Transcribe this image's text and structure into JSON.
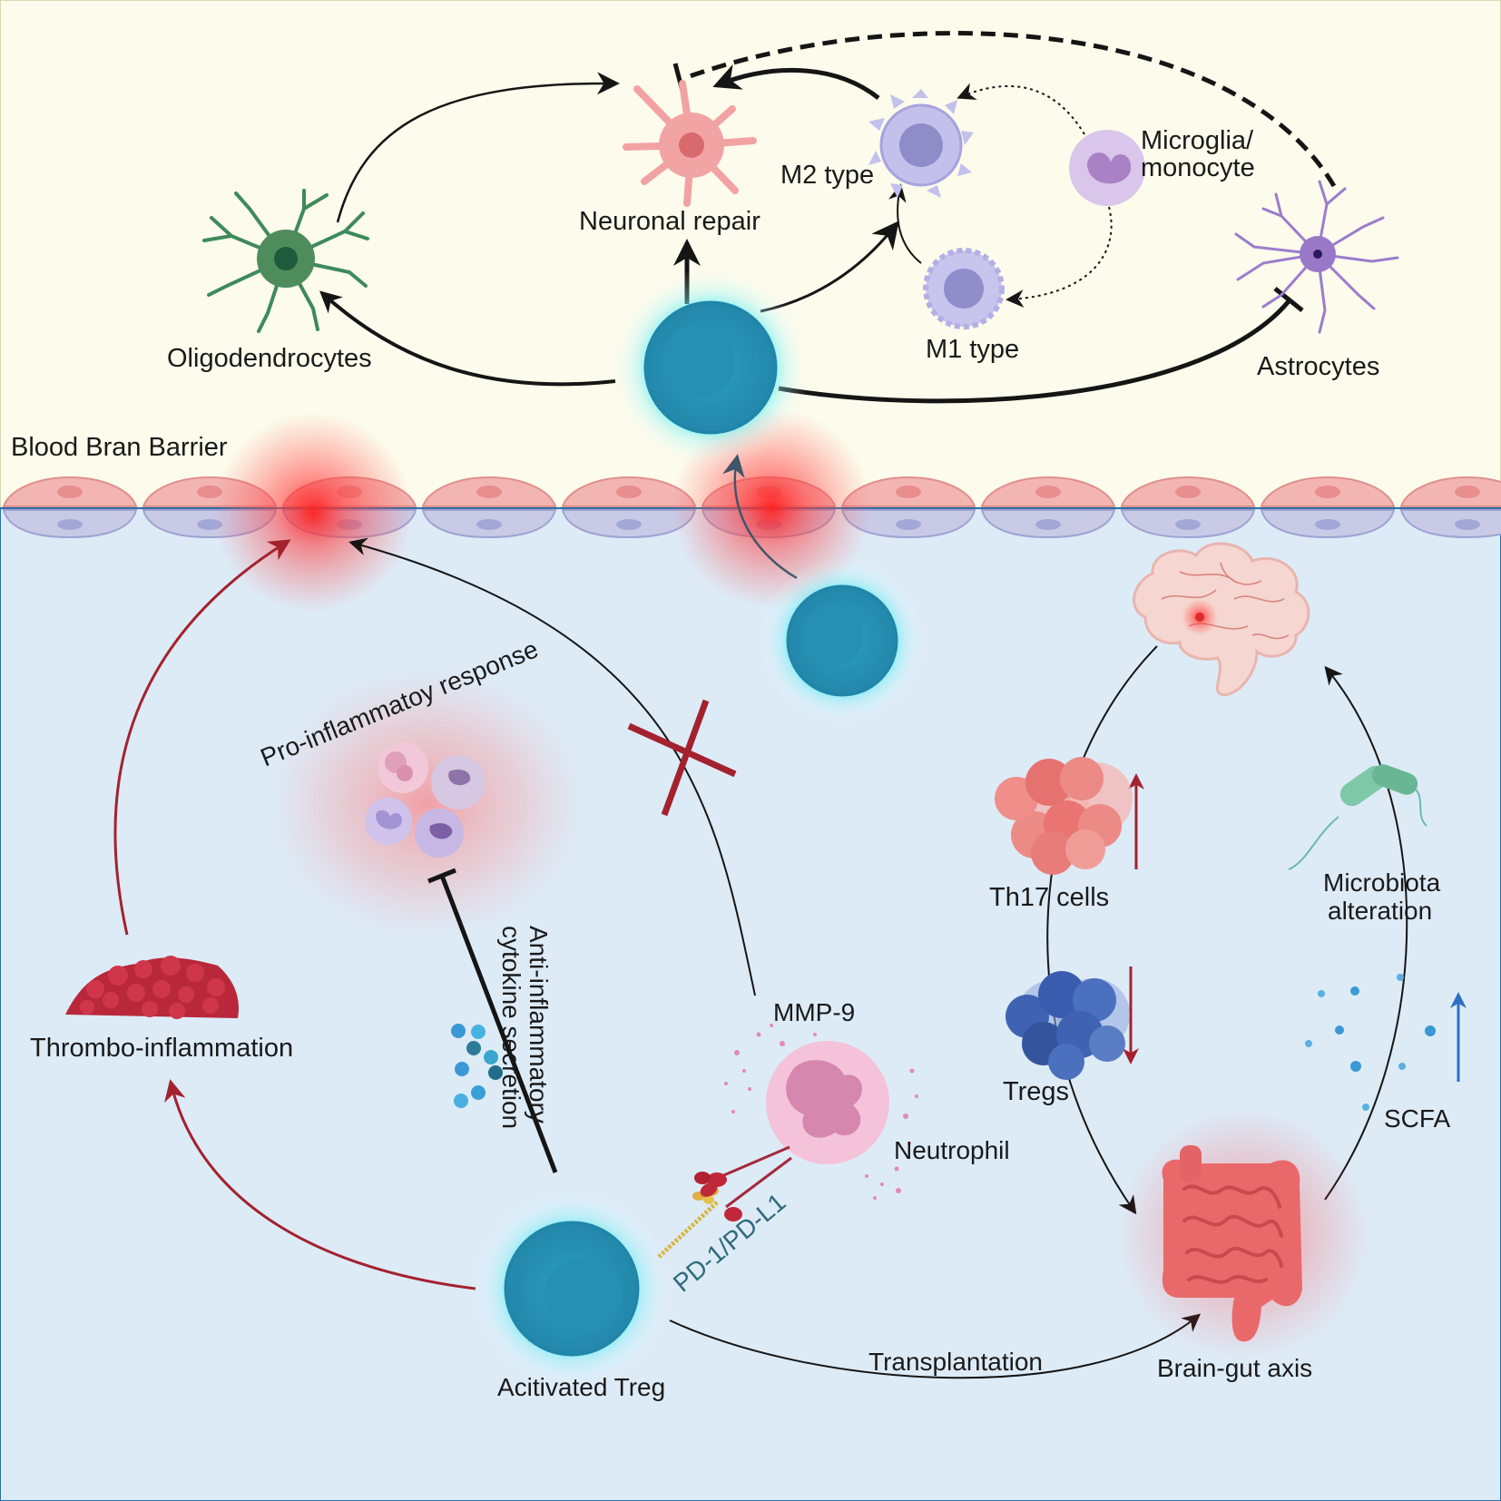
{
  "labels": {
    "neuronal_repair": "Neuronal repair",
    "m2_type": "M2 type",
    "microglia_line1": "Microglia/",
    "microglia_line2": "monocyte",
    "oligodendrocytes": "Oligodendrocytes",
    "m1_type": "M1 type",
    "astrocytes": "Astrocytes",
    "bbb": "Blood Bran Barrier",
    "pro_inflammatory": "Pro-inflammatoy response",
    "anti_line1": "Anti-inflammatory",
    "anti_line2": "cytokine secretion",
    "mmp9": "MMP-9",
    "neutrophil": "Neutrophil",
    "pd1": "PD-1/PD-L1",
    "thrombo": "Thrombo-inflammation",
    "activated_treg": "Acitivated Treg",
    "transplantation": "Transplantation",
    "brain_gut": "Brain-gut axis",
    "th17": "Th17 cells",
    "tregs": "Tregs",
    "microbiota_line1": "Microbiota",
    "microbiota_line2": "alteration",
    "scfa": "SCFA"
  },
  "colors": {
    "brain_bg": "#fcfbec",
    "blood_bg": "#ddebf7",
    "treg": "#2a9fc0",
    "treg_glow": "#3fe0ee",
    "inflammation": "#ff2a2a",
    "arrow_dark": "#151515",
    "arrow_red": "#a3222e",
    "arrow_blue": "#2e6fc4",
    "endothelium_top": "#f2b5b2",
    "endothelium_bottom": "#c9cbe6"
  }
}
